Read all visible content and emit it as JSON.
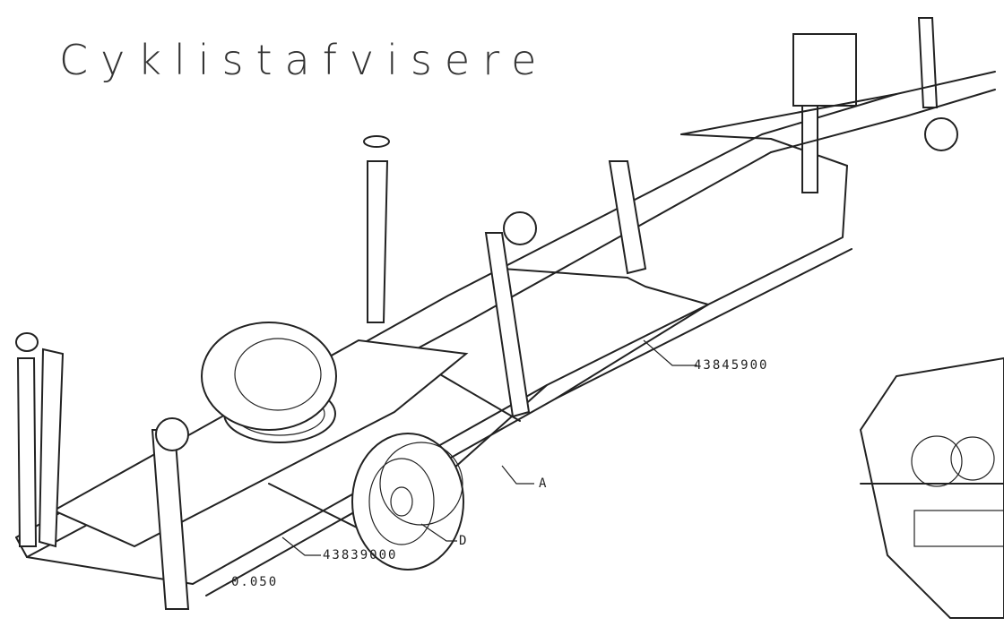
{
  "title": "Cyklistafvisere",
  "callouts": {
    "part_rear": "43845900",
    "part_front": "43839000",
    "detail_a": "A",
    "detail_d": "D",
    "scale": "0.050"
  },
  "colors": {
    "line": "#222222",
    "background": "#ffffff"
  }
}
